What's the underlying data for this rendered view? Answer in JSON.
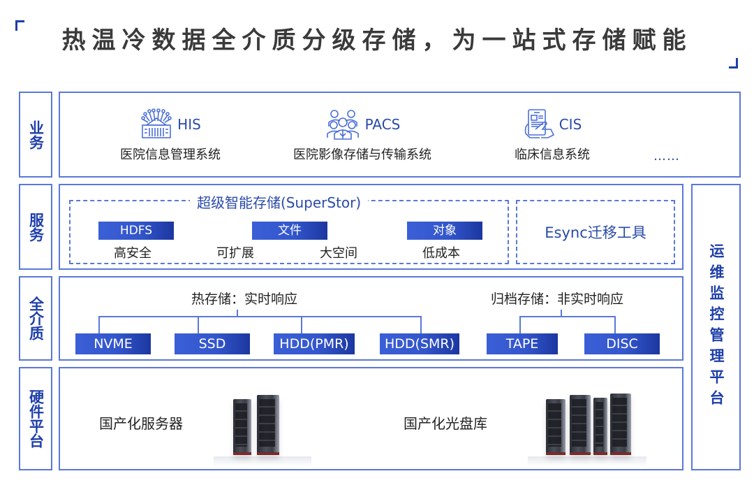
{
  "title": "热温冷数据全介质分级存储，为一站式存储赋能",
  "colors": {
    "accent": "#1e3ea8",
    "border": "#5a78d8",
    "tag_start": "#3b5fd6",
    "tag_end": "#1c37a0",
    "text": "#222222"
  },
  "rows": {
    "business": {
      "label": "业务",
      "items": [
        {
          "icon": "hospital-network-icon",
          "code": "HIS",
          "name": "医院信息管理系统"
        },
        {
          "icon": "people-group-icon",
          "code": "PACS",
          "name": "医院影像存储与传输系统"
        },
        {
          "icon": "tablet-hand-icon",
          "code": "CIS",
          "name": "临床信息系统"
        }
      ],
      "more": "……"
    },
    "service": {
      "label": "服务",
      "superstor_title": "超级智能存储(SuperStor)",
      "tags": [
        "HDFS",
        "文件",
        "对象"
      ],
      "features": [
        "高安全",
        "可扩展",
        "大空间",
        "低成本"
      ],
      "esync": "Esync迁移工具"
    },
    "media": {
      "label": "全介质",
      "hot_title": "热存储：实时响应",
      "hot_items": [
        "NVME",
        "SSD",
        "HDD(PMR)",
        "HDD(SMR)"
      ],
      "archive_title": "归档存储：非实时响应",
      "archive_items": [
        "TAPE",
        "DISC"
      ]
    },
    "hardware": {
      "label": "硬件平台",
      "items": [
        {
          "name": "国产化服务器",
          "image": "server-rack-image"
        },
        {
          "name": "国产化光盘库",
          "image": "optical-library-rack-image"
        }
      ]
    }
  },
  "sidebar": {
    "label": "运维监控管理平台"
  }
}
